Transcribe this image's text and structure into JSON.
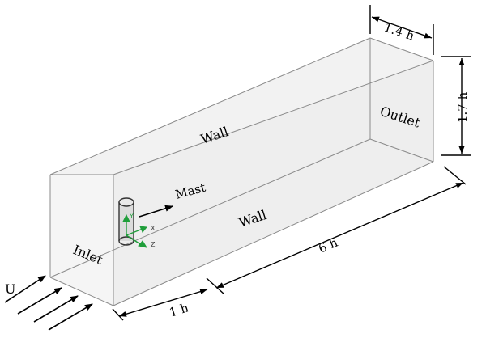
{
  "labels": {
    "wall_top": "Wall",
    "wall_side": "Wall",
    "outlet": "Outlet",
    "inlet": "Inlet",
    "mast": "Mast",
    "flow": "U"
  },
  "dimensions": {
    "width": "1.4 h",
    "height": "1.7 h",
    "length": "6 h",
    "inlet_depth": "1 h"
  },
  "axes": {
    "y": "Y",
    "x": "X",
    "z": "Z"
  },
  "colors": {
    "box_fill": "#f2f2f2",
    "edge": "#8a8a8a",
    "mast_fill": "#dcdcdc",
    "axis_green": "#1f9e3a",
    "arrow": "#000000"
  }
}
